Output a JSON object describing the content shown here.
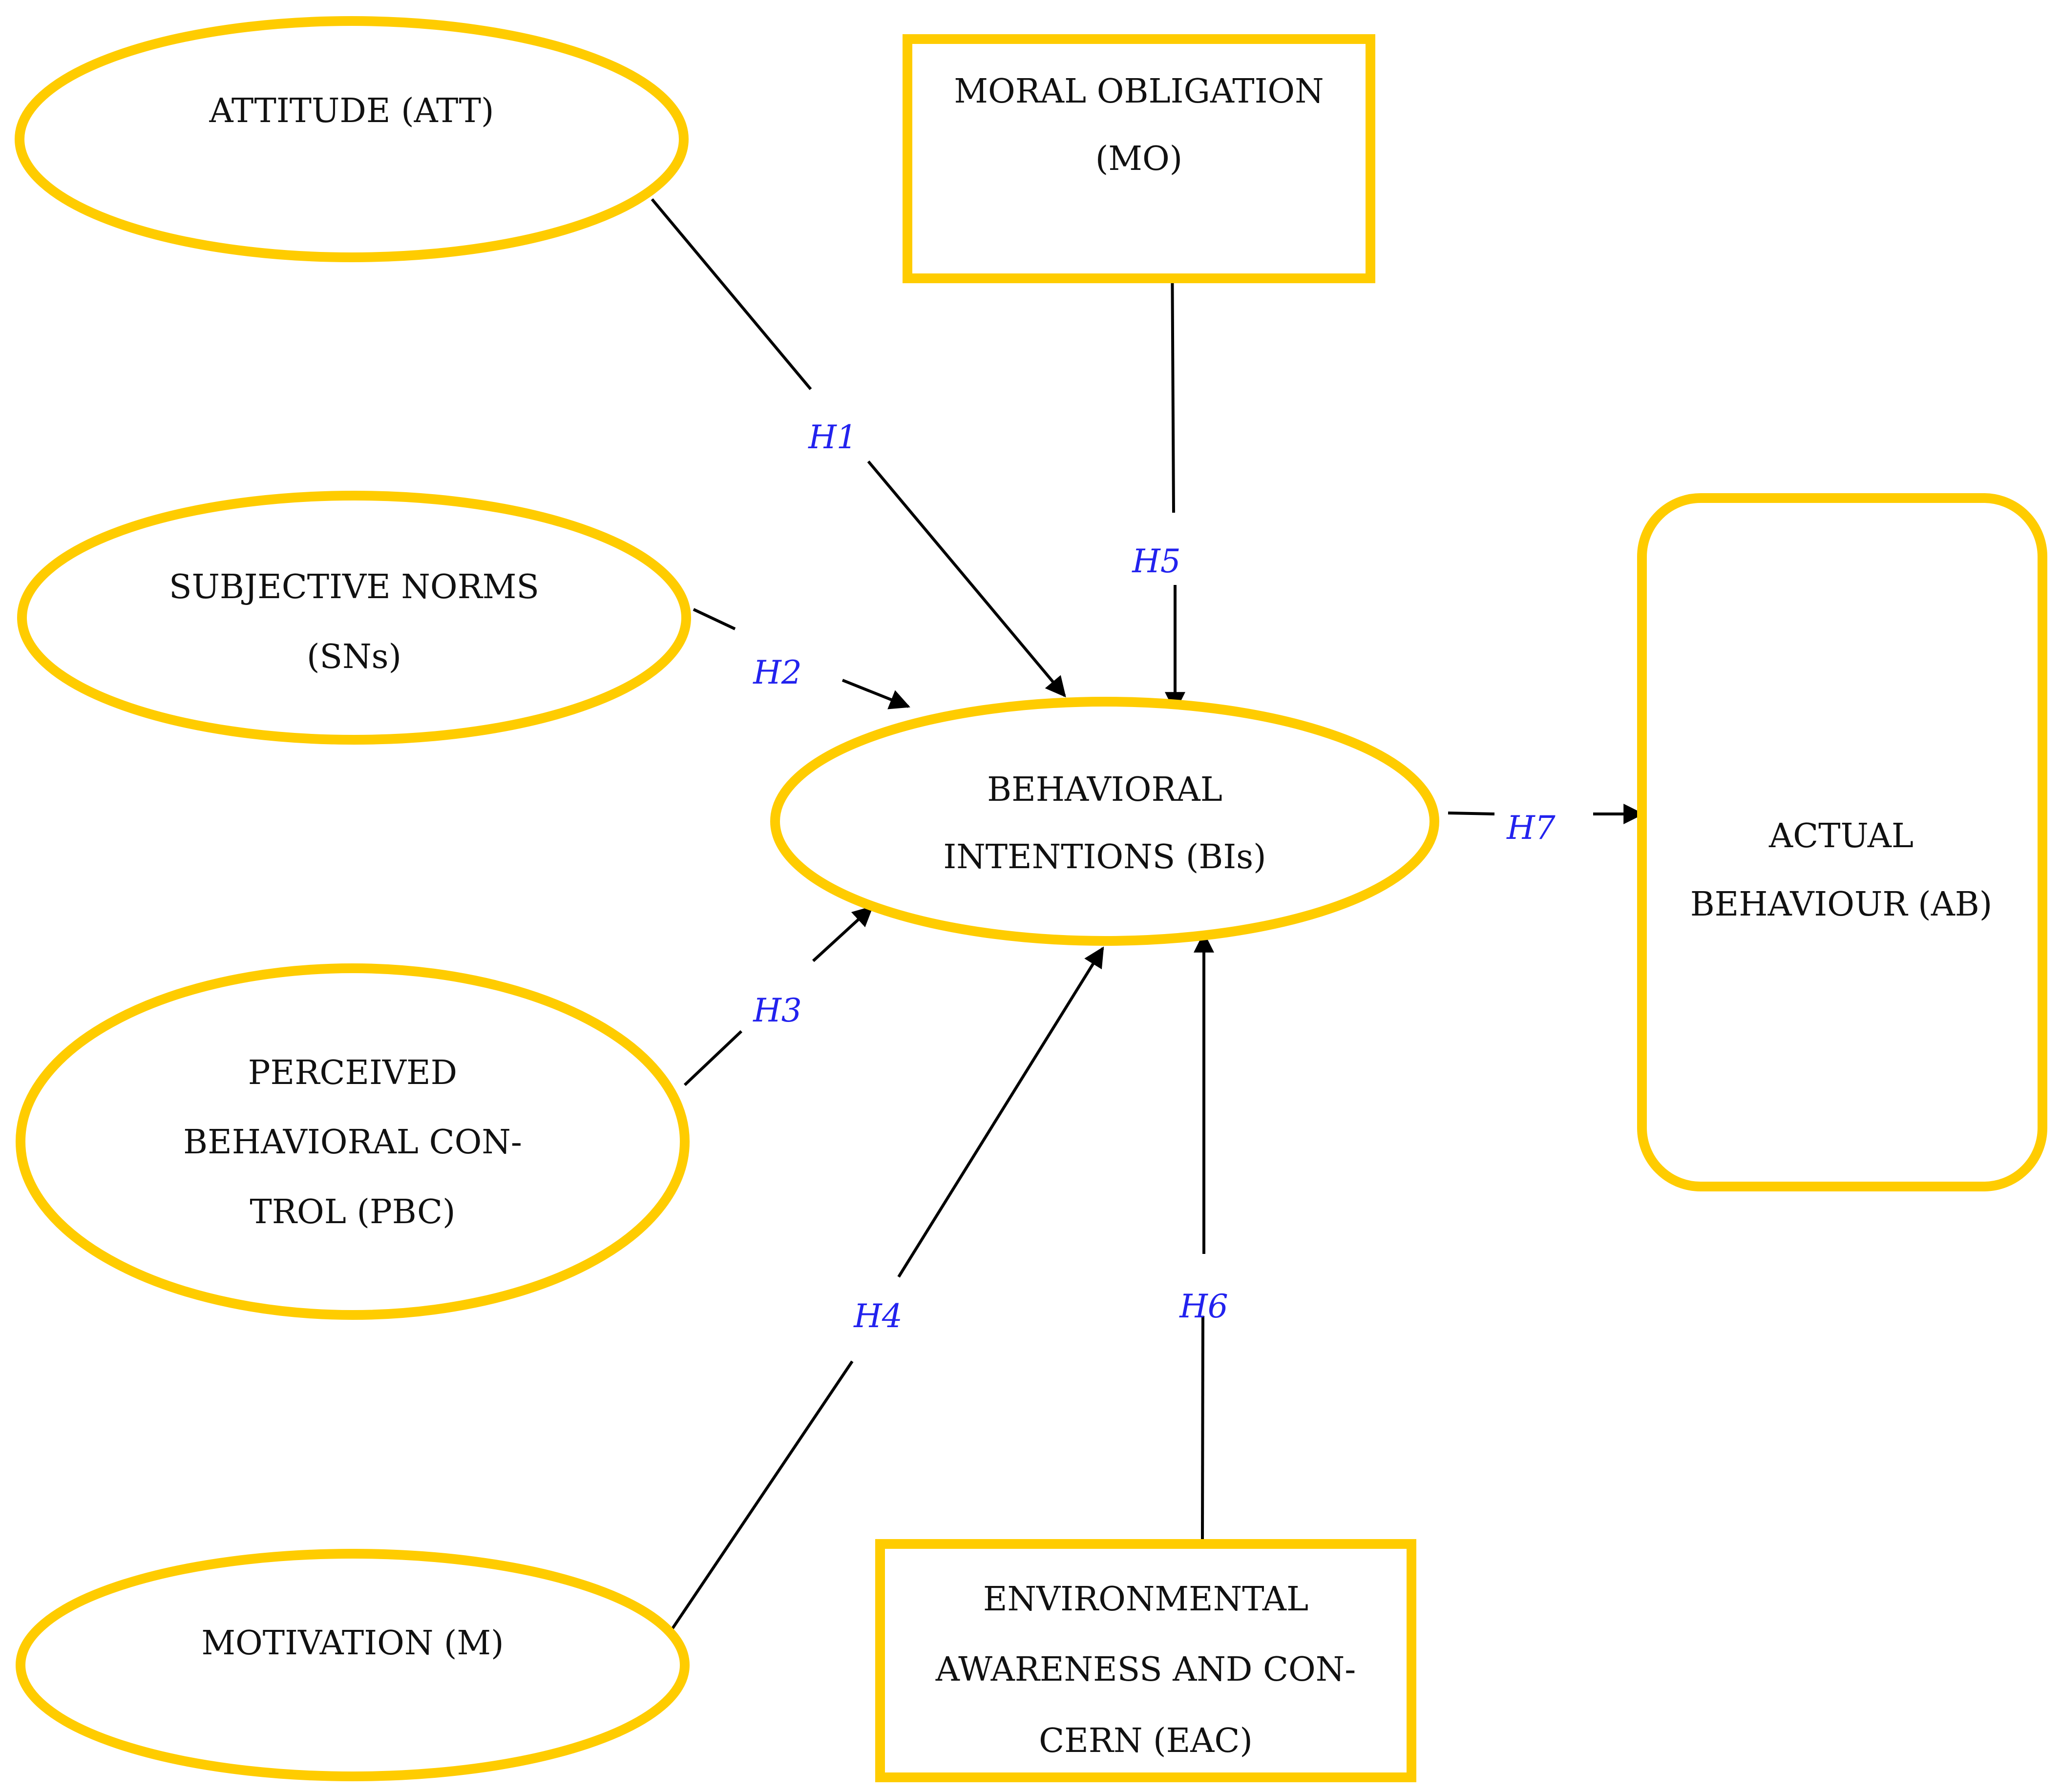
{
  "colors": {
    "node_border": "#FFCC00",
    "edge": "#000000",
    "edge_label": "#2222EE",
    "text": "#111111"
  },
  "nodes": {
    "att": {
      "lines": [
        "ATTITUDE (ATT)"
      ]
    },
    "mo": {
      "lines": [
        "MORAL OBLIGATION",
        "(MO)"
      ]
    },
    "sns": {
      "lines": [
        "SUBJECTIVE NORMS",
        "(SNs)"
      ]
    },
    "bis": {
      "lines": [
        "BEHAVIORAL",
        "INTENTIONS (BIs)"
      ]
    },
    "ab": {
      "lines": [
        "ACTUAL",
        "BEHAVIOUR (AB)"
      ]
    },
    "pbc": {
      "lines": [
        "PERCEIVED",
        "BEHAVIORAL CON-",
        "TROL (PBC)"
      ]
    },
    "m": {
      "lines": [
        "MOTIVATION (M)"
      ]
    },
    "eac": {
      "lines": [
        "ENVIRONMENTAL",
        "AWARENESS AND CON-",
        "CERN (EAC)"
      ]
    }
  },
  "edges": {
    "h1": {
      "label": "H1",
      "from": "ATTITUDE (ATT)",
      "to": "BEHAVIORAL INTENTIONS (BIs)"
    },
    "h2": {
      "label": "H2",
      "from": "SUBJECTIVE NORMS (SNs)",
      "to": "BEHAVIORAL INTENTIONS (BIs)"
    },
    "h3": {
      "label": "H3",
      "from": "PERCEIVED BEHAVIORAL CONTROL (PBC)",
      "to": "BEHAVIORAL INTENTIONS (BIs)"
    },
    "h4": {
      "label": "H4",
      "from": "MOTIVATION (M)",
      "to": "BEHAVIORAL INTENTIONS (BIs)"
    },
    "h5": {
      "label": "H5",
      "from": "MORAL OBLIGATION (MO)",
      "to": "BEHAVIORAL INTENTIONS (BIs)"
    },
    "h6": {
      "label": "H6",
      "from": "ENVIRONMENTAL AWARENESS AND CONCERN (EAC)",
      "to": "BEHAVIORAL INTENTIONS (BIs)"
    },
    "h7": {
      "label": "H7",
      "from": "BEHAVIORAL INTENTIONS (BIs)",
      "to": "ACTUAL BEHAVIOUR (AB)"
    }
  }
}
